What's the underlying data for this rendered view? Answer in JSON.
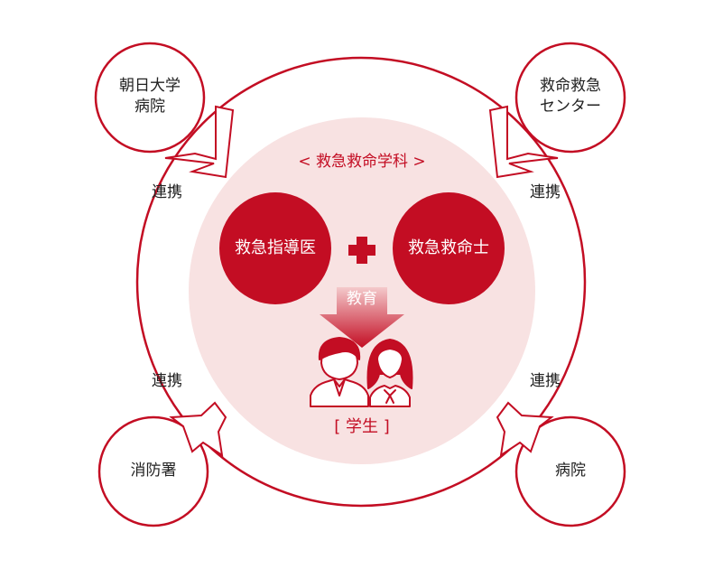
{
  "colors": {
    "accent": "#c30d23",
    "pale": "#f8e2e2",
    "text": "#222222"
  },
  "partners": {
    "top_left": [
      "朝日大学",
      "病院"
    ],
    "top_right": [
      "救命救急",
      "センター"
    ],
    "bottom_left": "消防署",
    "bottom_right": "病院"
  },
  "link_labels": {
    "upper_left": "連携",
    "upper_right": "連携",
    "lower_left": "連携",
    "lower_right": "連携"
  },
  "center": {
    "department": "< 救急救命学科 >",
    "left_instructor": "救急指導医",
    "right_instructor": "救急救命士",
    "plus_icon": "plus-icon",
    "education": "教育",
    "students": "[ 学生 ]"
  },
  "icons": [
    "plus-icon",
    "arrow-down-icon",
    "male-student-icon",
    "female-student-icon",
    "collaboration-arrow-icon"
  ]
}
